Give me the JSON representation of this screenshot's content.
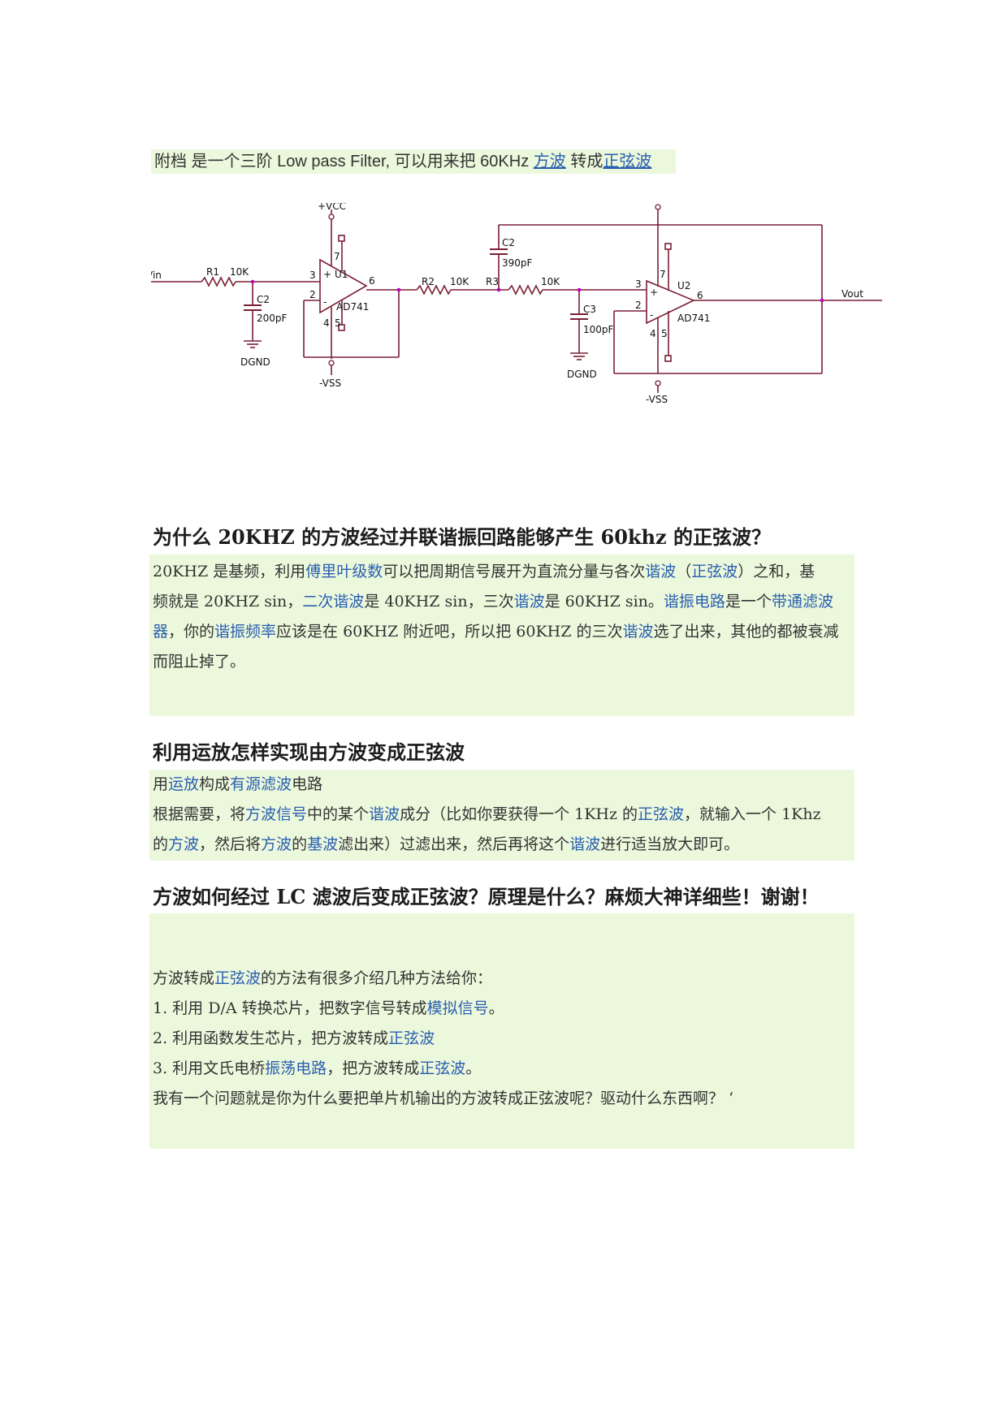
{
  "intro": {
    "prefix": "附档 是一个三阶 Low pass Filter, 可以用来把 60KHz ",
    "link1": "方波",
    "mid": " 转成",
    "link2": "正弦波"
  },
  "circuit": {
    "vin": "Vin",
    "vout": "Vout",
    "vcc": "+VCC",
    "vss": "-VSS",
    "dgnd": "DGND",
    "r1": "R1",
    "r1_val": "10K",
    "r2": "R2",
    "r2_val": "10K",
    "r3": "R3",
    "r3_val": "10K",
    "c1": "C2",
    "c1_val": "200pF",
    "c2": "C2",
    "c2_val": "390pF",
    "c3": "C3",
    "c3_val": "100pF",
    "u1": "U1",
    "u2": "U2",
    "opamp": "AD741",
    "pin2": "2",
    "pin3": "3",
    "pin4": "4",
    "pin5": "5",
    "pin6": "6",
    "pin7": "7",
    "plus": "+",
    "minus": "-"
  },
  "q1": {
    "title": "为什么 20KHZ 的方波经过并联谐振回路能够产生 60khz 的正弦波？",
    "l1": [
      "20KHZ 是基频，利用",
      "傅里叶级数",
      "可以把周期信号展开为直流分量与各次",
      "谐波",
      "（",
      "正弦波",
      "）之和，基"
    ],
    "l2": [
      "频就是 20KHZ sin，",
      "二次谐波",
      "是 40KHZ sin，三次",
      "谐波",
      "是 60KHZ sin。",
      "谐振电路",
      "是一个",
      "带通滤波"
    ],
    "l3": [
      "器",
      "，你的",
      "谐振频率",
      "应该是在 60KHZ 附近吧，所以把 60KHZ 的三次",
      "谐波",
      "选了出来，其他的都被衰减"
    ],
    "l4": "而阻止掉了。"
  },
  "q2": {
    "title": "利用运放怎样实现由方波变成正弦波",
    "l1": [
      "用",
      "运放",
      "构成",
      "有源滤波",
      "电路"
    ],
    "l2": [
      "根据需要，将",
      "方波信号",
      "中的某个",
      "谐波",
      "成分（比如你要获得一个 1KHz 的",
      "正弦波",
      "，就输入一个 1Khz"
    ],
    "l3": [
      "的",
      "方波",
      "，然后将",
      "方波",
      "的",
      "基波",
      "滤出来）过滤出来，然后再将这个",
      "谐波",
      "进行适当放大即可。"
    ]
  },
  "q3": {
    "title": "方波如何经过 LC 滤波后变成正弦波？原理是什么？麻烦大神详细些！谢谢！",
    "l1": [
      "方波转成",
      "正弦波",
      "的方法有很多介绍几种方法给你："
    ],
    "l2": [
      "1.  利用 D/A 转换芯片，把数字信号转成",
      "模拟信号",
      "。"
    ],
    "l3": [
      "2.  利用函数发生芯片，把方波转成",
      "正弦波"
    ],
    "l4": [
      "3.  利用文氏电桥",
      "振荡电路",
      "，把方波转成",
      "正弦波",
      "。"
    ],
    "l5": "我有一个问题就是你为什么要把单片机输出的方波转成正弦波呢？驱动什么东西啊？ ‘"
  }
}
